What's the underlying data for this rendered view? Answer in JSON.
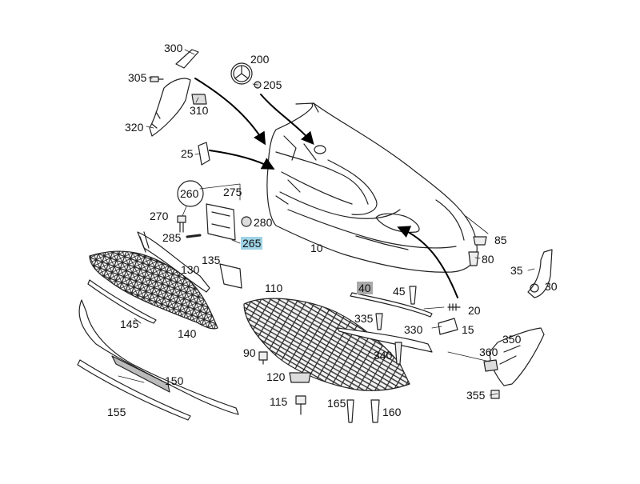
{
  "diagram": {
    "part_labels": [
      {
        "id": "p300",
        "text": "300"
      },
      {
        "id": "p200",
        "text": "200"
      },
      {
        "id": "p305",
        "text": "305"
      },
      {
        "id": "p205",
        "text": "205"
      },
      {
        "id": "p310",
        "text": "310"
      },
      {
        "id": "p320",
        "text": "320"
      },
      {
        "id": "p25",
        "text": "25"
      },
      {
        "id": "p260",
        "text": "260"
      },
      {
        "id": "p275",
        "text": "275"
      },
      {
        "id": "p270",
        "text": "270"
      },
      {
        "id": "p280",
        "text": "280"
      },
      {
        "id": "p285",
        "text": "285"
      },
      {
        "id": "p265",
        "text": "265"
      },
      {
        "id": "p10",
        "text": "10"
      },
      {
        "id": "p85",
        "text": "85"
      },
      {
        "id": "p80",
        "text": "80"
      },
      {
        "id": "p135",
        "text": "135"
      },
      {
        "id": "p130",
        "text": "130"
      },
      {
        "id": "p35",
        "text": "35"
      },
      {
        "id": "p30",
        "text": "30"
      },
      {
        "id": "p110",
        "text": "110"
      },
      {
        "id": "p40",
        "text": "40"
      },
      {
        "id": "p45",
        "text": "45"
      },
      {
        "id": "p20",
        "text": "20"
      },
      {
        "id": "p145",
        "text": "145"
      },
      {
        "id": "p140",
        "text": "140"
      },
      {
        "id": "p335",
        "text": "335"
      },
      {
        "id": "p330",
        "text": "330"
      },
      {
        "id": "p15",
        "text": "15"
      },
      {
        "id": "p350",
        "text": "350"
      },
      {
        "id": "p90",
        "text": "90"
      },
      {
        "id": "p340",
        "text": "340"
      },
      {
        "id": "p360",
        "text": "360"
      },
      {
        "id": "p150",
        "text": "150"
      },
      {
        "id": "p120",
        "text": "120"
      },
      {
        "id": "p115",
        "text": "115"
      },
      {
        "id": "p165",
        "text": "165"
      },
      {
        "id": "p160",
        "text": "160"
      },
      {
        "id": "p355",
        "text": "355"
      },
      {
        "id": "p155",
        "text": "155"
      }
    ],
    "highlight_colors": {
      "blue": "#9fd3e6",
      "gray": "#a9a9a9"
    }
  }
}
